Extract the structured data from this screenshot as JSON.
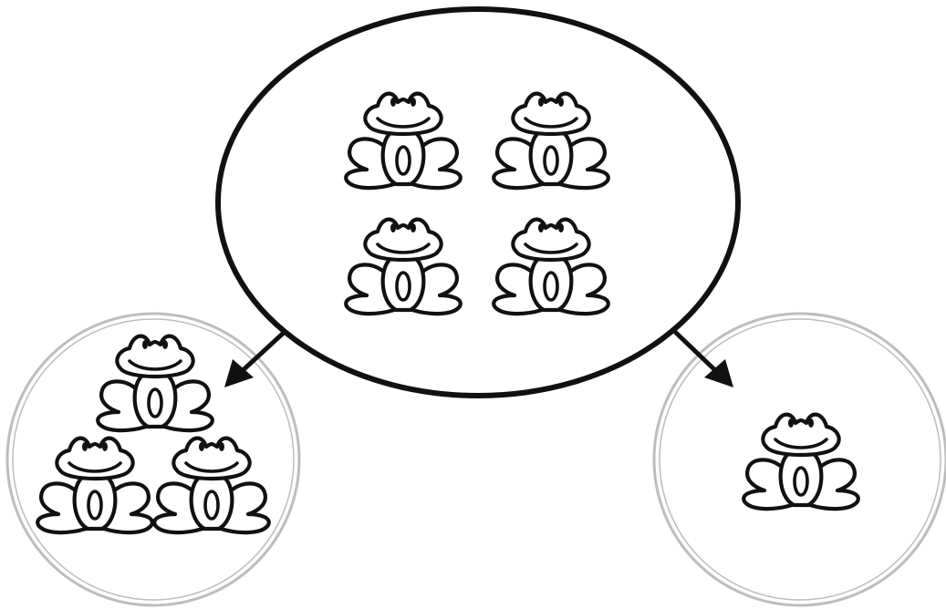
{
  "diagram": {
    "colors": {
      "background": "#ffffff",
      "ink": "#111111",
      "ring_light": "#bdbdbd"
    },
    "icon_name": "frog-icon",
    "groups": [
      {
        "id": "whole",
        "frog_count": 4
      },
      {
        "id": "part-left",
        "frog_count": 3
      },
      {
        "id": "part-right",
        "frog_count": 1
      }
    ],
    "arrows": [
      {
        "from": "whole",
        "to": "part-left"
      },
      {
        "from": "whole",
        "to": "part-right"
      }
    ]
  }
}
